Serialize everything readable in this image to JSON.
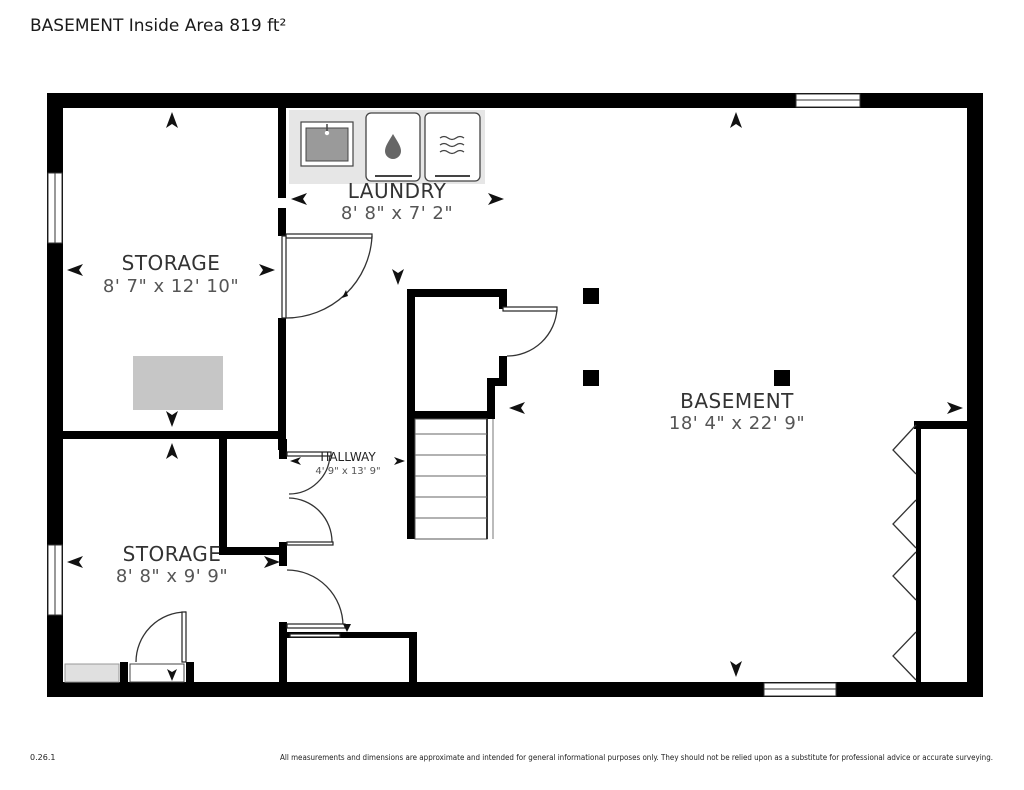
{
  "header": {
    "title": "BASEMENT Inside Area 819 ft²"
  },
  "rooms": {
    "storage_top": {
      "name": "STORAGE",
      "dims": "8' 7\" x 12' 10\""
    },
    "laundry": {
      "name": "LAUNDRY",
      "dims": "8' 8\" x 7' 2\""
    },
    "hallway": {
      "name": "HALLWAY",
      "dims": "4' 9\" x 13' 9\""
    },
    "storage_bottom": {
      "name": "STORAGE",
      "dims": "8' 8\" x 9' 9\""
    },
    "basement": {
      "name": "BASEMENT",
      "dims": "18' 4\" x 22' 9\""
    }
  },
  "footer": {
    "version": "0.26.1",
    "disclaimer": "All measurements and dimensions are approximate and intended for general informational purposes only. They should not be relied upon as a substitute for professional advice or accurate surveying."
  },
  "fixtures": [
    "sink-icon",
    "water-heater-icon",
    "dryer-icon"
  ],
  "colors": {
    "wall": "#000000",
    "fixture_bg": "#e6e6e6",
    "obstacle": "#c6c6c6"
  }
}
